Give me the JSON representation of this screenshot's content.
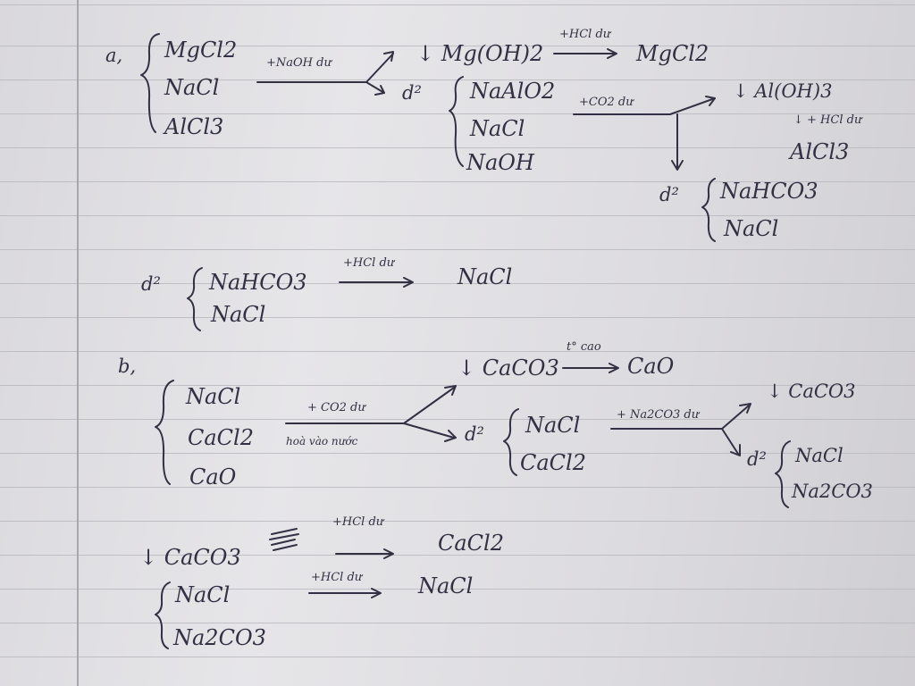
{
  "part_a": {
    "label": "a,",
    "mixture": [
      "MgCl2",
      "NaCl",
      "AlCl3"
    ],
    "reagent_naoh": "+NaOH dư",
    "precipitate_mgoh2": "↓ Mg(OH)2",
    "reagent_hcl_1": "+HCl dư",
    "product_mgcl2": "MgCl2",
    "solution_label_1": "d²",
    "solution_1": [
      "NaAlO2",
      "NaCl",
      "NaOH"
    ],
    "reagent_co2": "+CO2 dư",
    "precipitate_aloh3": "↓ Al(OH)3",
    "reagent_hcl_2": "↓ + HCl dư",
    "product_alcl3": "AlCl3",
    "solution_label_2": "d²",
    "solution_2": [
      "NaHCO3",
      "NaCl"
    ],
    "solution_label_3": "d²",
    "solution_3": [
      "NaHCO3",
      "NaCl"
    ],
    "reagent_hcl_3": "+HCl dư",
    "product_nacl": "NaCl"
  },
  "part_b": {
    "label": "b,",
    "mixture": [
      "NaCl",
      "CaCl2",
      "CaO"
    ],
    "reagent_co2": "+ CO2 dư",
    "reagent_water": "hoà vào nước",
    "precipitate_caco3": "↓ CaCO3",
    "reagent_heat": "t° cao",
    "product_cao": "CaO",
    "solution_label_1": "d²",
    "solution_1": [
      "NaCl",
      "CaCl2"
    ],
    "reagent_na2co3": "+ Na2CO3 dư",
    "precipitate_caco3_2": "↓ CaCO3",
    "solution_label_2": "d²",
    "solution_2": [
      "NaCl",
      "Na2CO3"
    ],
    "bottom_caco3": "↓ CaCO3",
    "bottom_reagent_hcl_1": "+HCl dư",
    "bottom_product_cacl2": "CaCl2",
    "bottom_mixture": [
      "NaCl",
      "Na2CO3"
    ],
    "bottom_reagent_hcl_2": "+HCl dư",
    "bottom_product_nacl": "NaCl"
  }
}
